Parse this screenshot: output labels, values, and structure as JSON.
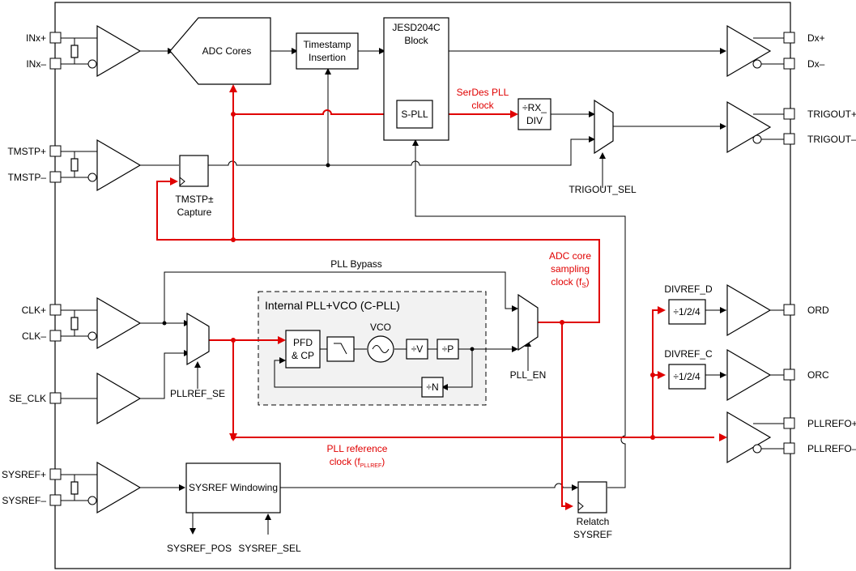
{
  "pins_left": {
    "inx_p": "INx+",
    "inx_n": "INx–",
    "tmstp_p": "TMSTP+",
    "tmstp_n": "TMSTP–",
    "clk_p": "CLK+",
    "clk_n": "CLK–",
    "se_clk": "SE_CLK",
    "sysref_p": "SYSREF+",
    "sysref_n": "SYSREF–"
  },
  "pins_right": {
    "dx_p": "Dx+",
    "dx_n": "Dx–",
    "trigout_p": "TRIGOUT+",
    "trigout_n": "TRIGOUT–",
    "ord": "ORD",
    "orc": "ORC",
    "pllrefo_p": "PLLREFO+",
    "pllrefo_n": "PLLREFO–"
  },
  "blocks": {
    "adc_cores": "ADC Cores",
    "timestamp_1": "Timestamp",
    "timestamp_2": "Insertion",
    "jesd_1": "JESD204C",
    "jesd_2": "Block",
    "spll": "S-PLL",
    "rxdiv_1": "÷RX_",
    "rxdiv_2": "DIV",
    "pfd_1": "PFD",
    "pfd_2": "& CP",
    "vco": "VCO",
    "div_v": "÷V",
    "div_p": "÷P",
    "div_n": "÷N",
    "divref_d_block": "÷1/2/4",
    "divref_c_block": "÷1/2/4",
    "sysref_windowing": "SYSREF Windowing"
  },
  "labels": {
    "tmstp_capture_1": "TMSTP±",
    "tmstp_capture_2": "Capture",
    "trigout_sel": "TRIGOUT_SEL",
    "pll_bypass": "PLL Bypass",
    "internal_pll": "Internal PLL+VCO (C-PLL)",
    "pllref_se": "PLLREF_SE",
    "pll_en": "PLL_EN",
    "divref_d": "DIVREF_D",
    "divref_c": "DIVREF_C",
    "sysref_pos": "SYSREF_POS",
    "sysref_sel": "SYSREF_SEL",
    "relatch_1": "Relatch",
    "relatch_2": "SYSREF"
  },
  "red_labels": {
    "serdes_1": "SerDes PLL",
    "serdes_2": "clock",
    "adc_clk_1": "ADC core",
    "adc_clk_2": "sampling",
    "adc_clk_3": "clock (f",
    "adc_clk_sub": "S",
    "adc_clk_end": ")",
    "pllref_1": "PLL reference",
    "pllref_2": "clock (f",
    "pllref_sub": "PLLREF",
    "pllref_end": ")"
  },
  "colors": {
    "signal": "#000000",
    "clock_path": "#e00000",
    "pll_region": "#f2f2f2"
  }
}
